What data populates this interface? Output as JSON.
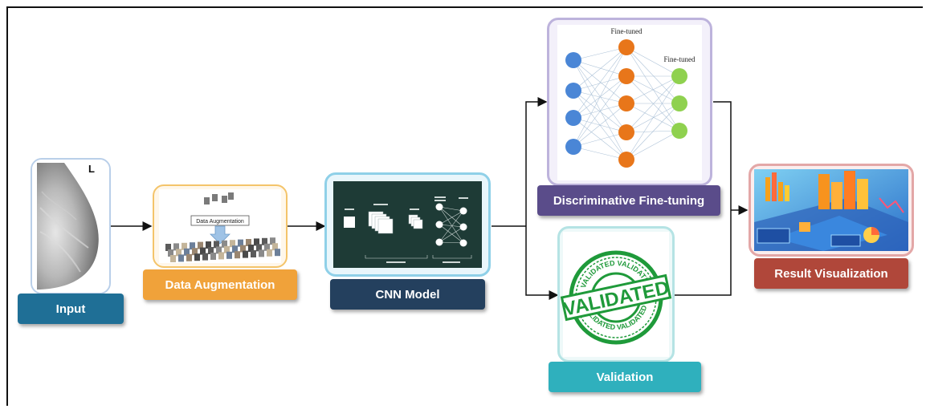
{
  "nodes": {
    "input": {
      "label": "Input",
      "image_marker": "L"
    },
    "augmentation": {
      "label": "Data Augmentation",
      "inner_caption": "Data Augmentation"
    },
    "cnn": {
      "label": "CNN Model"
    },
    "finetune": {
      "label": "Discriminative Fine-tuning",
      "layer_label_hidden": "Fine-tuned",
      "layer_label_output": "Fine-tuned"
    },
    "validation": {
      "label": "Validation",
      "stamp_text": "VALIDATED",
      "stamp_ring_text": "VALIDATED VALIDATED"
    },
    "result": {
      "label": "Result Visualization"
    }
  },
  "colors": {
    "input": "#1f6f96",
    "augmentation": "#f0a23a",
    "cnn": "#24405e",
    "finetune": "#5a4c8a",
    "validation": "#2fb0bd",
    "result": "#b0473a",
    "stamp_green": "#1f9a3a",
    "nn_blue": "#4a86d6",
    "nn_orange": "#e8761a",
    "nn_green": "#8fd14f"
  },
  "icons": [
    "mammogram-image",
    "augmentation-grid-image",
    "cnn-architecture-image",
    "neural-network-image",
    "validated-stamp-image",
    "result-dashboard-image"
  ]
}
